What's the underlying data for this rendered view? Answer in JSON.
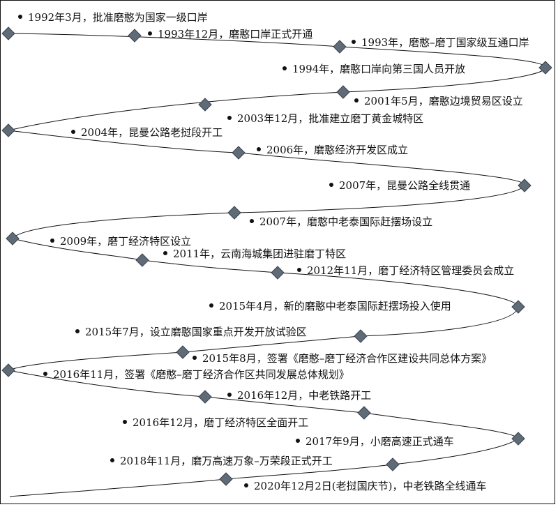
{
  "timeline": {
    "colors": {
      "border": "#111111",
      "path": "#111111",
      "marker_fill": "#5f6b76",
      "marker_stroke": "#3a434b",
      "text": "#111111"
    },
    "events": [
      {
        "label": "1992年3月，批准磨憨为国家一级口岸"
      },
      {
        "label": "1993年12月，磨憨口岸正式开通"
      },
      {
        "label": "1993年，磨憨–磨丁国家级互通口岸"
      },
      {
        "label": "1994年，磨憨口岸向第三国人员开放"
      },
      {
        "label": "2001年5月，磨憨边境贸易区设立"
      },
      {
        "label": "2003年12月，批准建立磨丁黄金城特区"
      },
      {
        "label": "2004年，昆曼公路老挝段开工"
      },
      {
        "label": "2006年，磨憨经济开发区成立"
      },
      {
        "label": "2007年，昆曼公路全线贯通"
      },
      {
        "label": "2007年，磨憨中老泰国际赶摆场设立"
      },
      {
        "label": "2009年，磨丁经济特区设立"
      },
      {
        "label": "2011年，云南海城集团进驻磨丁特区"
      },
      {
        "label": "2012年11月，磨丁经济特区管理委员会成立"
      },
      {
        "label": "2015年4月，新的磨憨中老泰国际赶摆场投入使用"
      },
      {
        "label": "2015年7月，设立磨憨国家重点开发开放试验区"
      },
      {
        "label": "2015年8月，签署《磨憨–磨丁经济合作区建设共同总体方案》"
      },
      {
        "label": "2016年11月，签署《磨憨–磨丁经济合作区共同发展总体规划》"
      },
      {
        "label": "2016年12月，中老铁路开工"
      },
      {
        "label": "2016年12月，磨丁经济特区全面开工"
      },
      {
        "label": "2017年9月，小磨高速正式通车"
      },
      {
        "label": "2018年11月，磨万高速万象–万荣段正式开工"
      },
      {
        "label": "2020年12月2日(老挝国庆节)，中老铁路全线通车"
      }
    ]
  }
}
